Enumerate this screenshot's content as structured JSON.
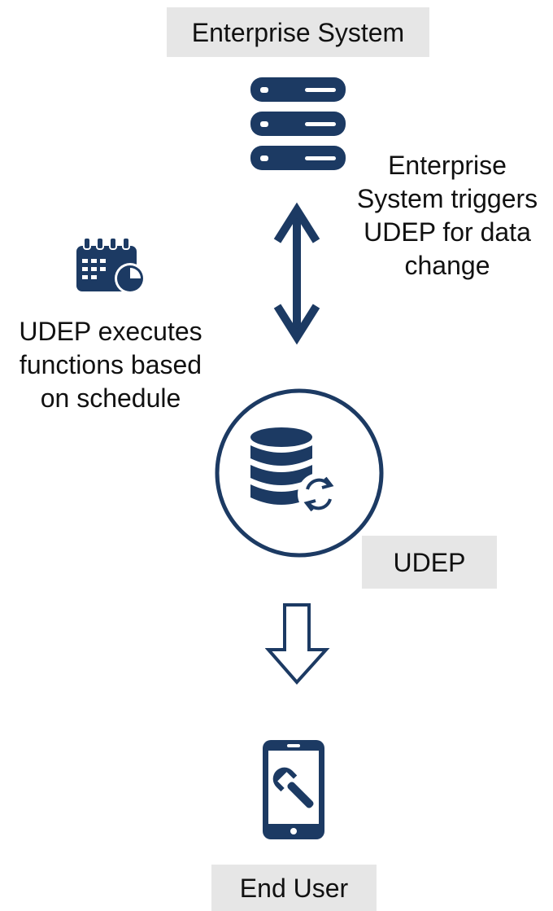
{
  "nodes": {
    "enterprise": {
      "label": "Enterprise System",
      "icon": "server-icon"
    },
    "udep": {
      "label": "UDEP",
      "icon": "database-sync-icon"
    },
    "end_user": {
      "label": "End User",
      "icon": "mobile-wrench-icon"
    }
  },
  "annotations": {
    "trigger": "Enterprise\nSystem triggers\nUDEP for data\nchange",
    "schedule": "UDEP executes\nfunctions based\non schedule"
  },
  "schedule_icon": "calendar-clock-icon",
  "connectors": {
    "enterprise_udep": "double-arrow",
    "udep_end_user": "hollow-down-arrow"
  },
  "colors": {
    "icon": "#1c3a63",
    "label_bg": "#e6e6e6",
    "text": "#111111"
  }
}
